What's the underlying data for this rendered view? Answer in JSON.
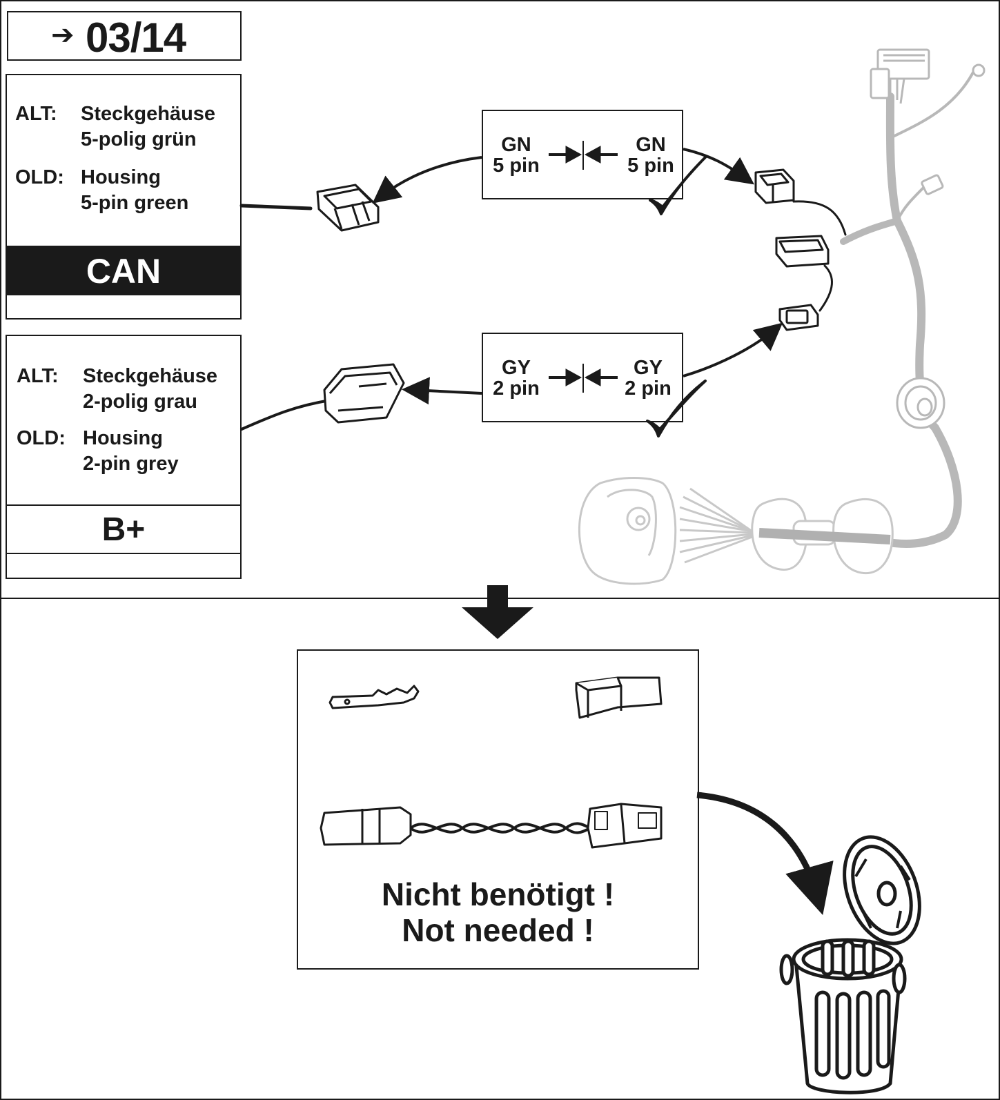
{
  "header": {
    "arrow_icon": "right-arrow-icon",
    "date": "03/14"
  },
  "panel_can": {
    "alt_label": "ALT:",
    "alt_line1": "Steckgehäuse",
    "alt_line2": "5-polig grün",
    "old_label": "OLD:",
    "old_line1": "Housing",
    "old_line2": "5-pin green",
    "banner": "CAN"
  },
  "panel_bplus": {
    "alt_label": "ALT:",
    "alt_line1": "Steckgehäuse",
    "alt_line2": "2-polig grau",
    "old_label": "OLD:",
    "old_line1": "Housing",
    "old_line2": "2-pin grey",
    "banner": "B+"
  },
  "connection_gn": {
    "left_color": "GN",
    "left_pins": "5 pin",
    "right_color": "GN",
    "right_pins": "5 pin"
  },
  "connection_gy": {
    "left_color": "GY",
    "left_pins": "2 pin",
    "right_color": "GY",
    "right_pins": "2 pin"
  },
  "not_needed": {
    "line_de": "Nicht benötigt !",
    "line_en": "Not needed !"
  },
  "colors": {
    "ink": "#1a1a1a",
    "harness_grey": "#b8b8b8",
    "faded": "#c8c8c8"
  }
}
